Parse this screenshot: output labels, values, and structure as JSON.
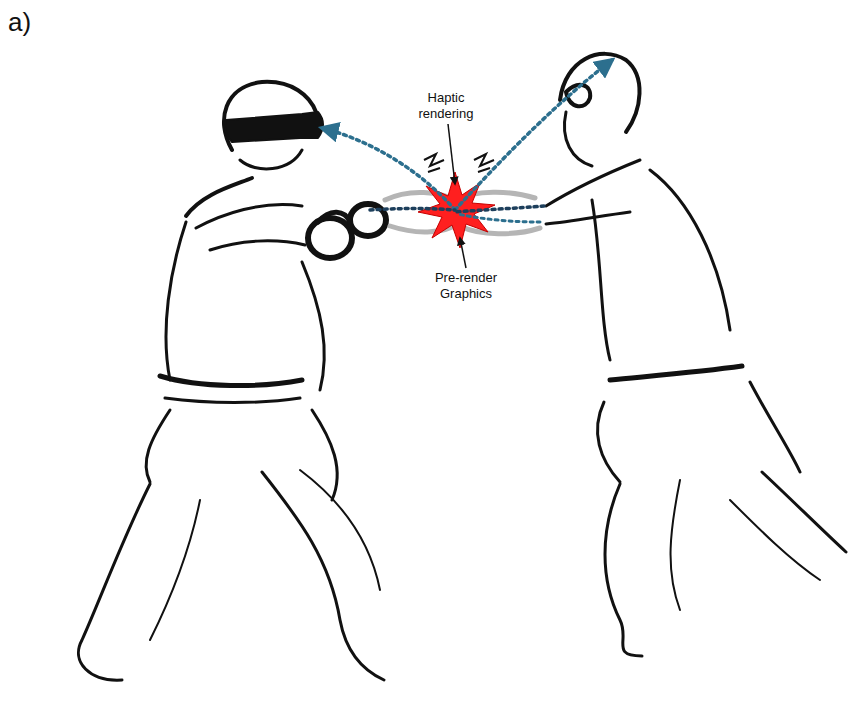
{
  "diagram": {
    "labels": [
      "a)",
      "Haptic rendering",
      "Pre-render Graphics"
    ]
  }
}
